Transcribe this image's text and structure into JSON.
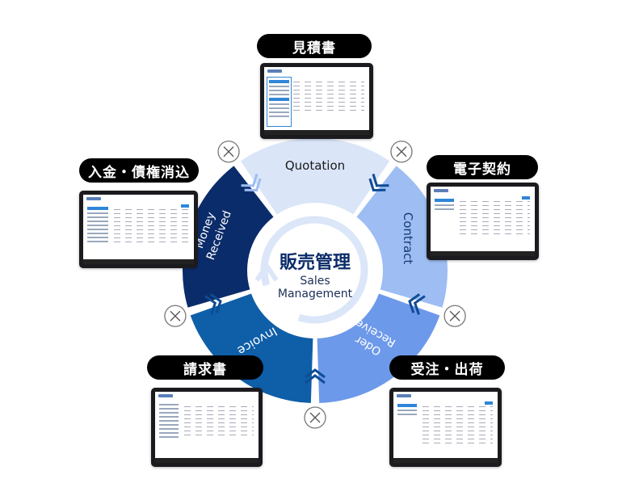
{
  "center": {
    "title_ja": "販売管理",
    "title_en_1": "Sales",
    "title_en_2": "Management"
  },
  "segments": [
    {
      "label": "Quotation",
      "color": "#dae5f8",
      "text_color": "#1a1a1a"
    },
    {
      "label": "Contract",
      "color": "#9dbdf3",
      "text_color": "#163a74"
    },
    {
      "label": "Oder Receive",
      "label_1": "Oder",
      "label_2": "Receive",
      "color": "#6d99ea",
      "text_color": "#ffffff"
    },
    {
      "label": "Invoice",
      "color": "#0f5ea8",
      "text_color": "#ffffff"
    },
    {
      "label": "Money Received",
      "label_1": "Money",
      "label_2": "Received",
      "color": "#0b2c6a",
      "text_color": "#ffffff"
    }
  ],
  "modules": [
    {
      "label": "見積書"
    },
    {
      "label": "電子契約"
    },
    {
      "label": "受注・出荷"
    },
    {
      "label": "請求書"
    },
    {
      "label": "入金・債権消込"
    }
  ],
  "icons": {
    "connector": "close-x-circle-icon",
    "flow": "double-chevron-icon",
    "cycle": "circular-arrow-icon"
  }
}
